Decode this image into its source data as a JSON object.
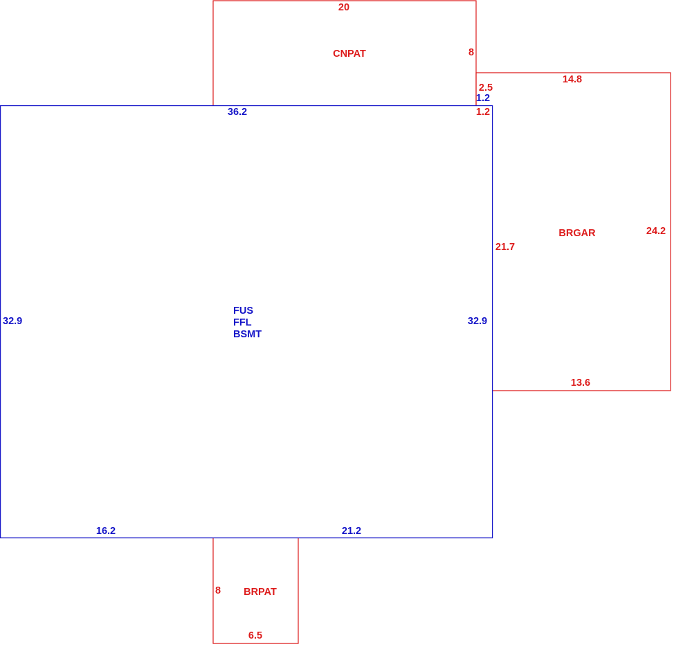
{
  "colors": {
    "primary_area": "#1414c8",
    "additions": "#dd1c1c",
    "background": "#ffffff"
  },
  "areas": {
    "main": {
      "codes": [
        "FUS",
        "FFL",
        "BSMT"
      ],
      "dimensions": {
        "top": "36.2",
        "left": "32.9",
        "right": "32.9",
        "bottom_left": "16.2",
        "bottom_right": "21.2",
        "offset": "1.2"
      }
    },
    "cnpat": {
      "code": "CNPAT",
      "dimensions": {
        "top": "20",
        "right": "8"
      }
    },
    "brgar": {
      "code": "BRGAR",
      "dimensions": {
        "top": "14.8",
        "right": "24.2",
        "bottom": "13.6",
        "left": "21.7",
        "step_upper": "2.5",
        "step_lower": "1.2"
      }
    },
    "brpat": {
      "code": "BRPAT",
      "dimensions": {
        "left": "8",
        "bottom": "6.5"
      }
    }
  }
}
